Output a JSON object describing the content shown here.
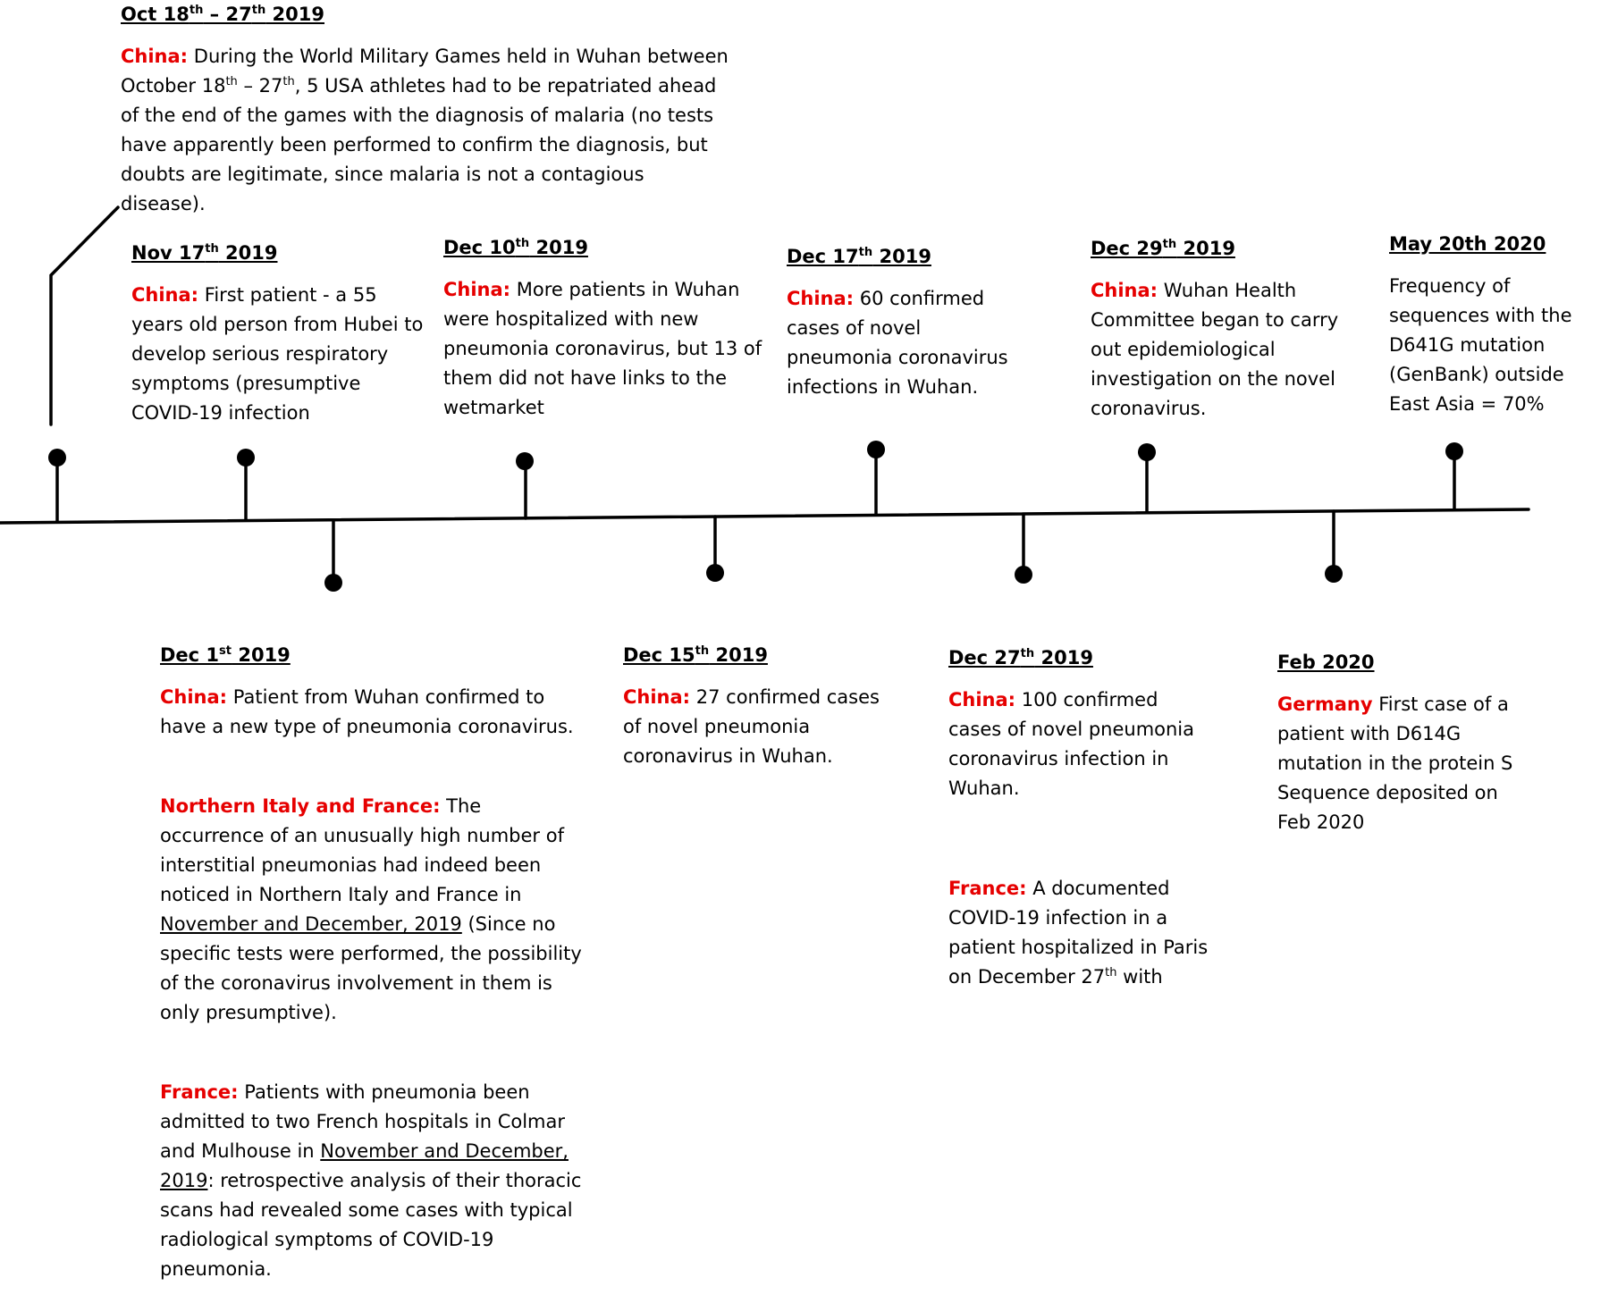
{
  "events": {
    "oct": {
      "date": {
        "a": "Oct 18",
        "s1": "th",
        "b": " – 27",
        "s2": "th",
        "c": " 2019"
      },
      "p1": {
        "country": "China:",
        "a": " During the World Military Games held in Wuhan between October 18",
        "s1": "th",
        "b": " – 27",
        "s2": "th",
        "c": ", 5 USA athletes had to be repatriated ahead of the end of the games with the diagnosis of malaria (no tests have apparently been performed to confirm the diagnosis, but doubts are legitimate, since malaria is not a contagious disease)."
      }
    },
    "nov17": {
      "date": {
        "a": "Nov 17",
        "s1": "th",
        "c": " 2019"
      },
      "p1": {
        "country": "China:",
        "text": " First patient - a 55 years old person from Hubei to develop serious respiratory symptoms (presumptive COVID-19 infection"
      }
    },
    "dec1": {
      "date": {
        "a": "Dec 1",
        "s1": "st",
        "c": " 2019"
      },
      "p1": {
        "country": "China:",
        "text": " Patient from Wuhan confirmed to have a new type of pneumonia coronavirus."
      },
      "p2": {
        "country": "Northern Italy and France:",
        "a": " The occurrence of an unusually high number of interstitial pneumonias had indeed been noticed in Northern Italy and France in ",
        "u": "November and December, 2019",
        "b": " (Since no specific tests were performed, the possibility of the coronavirus involvement in them is only presumptive)."
      },
      "p3": {
        "country": "France:",
        "a": " Patients with pneumonia been admitted to two French hospitals in Colmar and Mulhouse in ",
        "u": "November and December, 2019",
        "b": ": retrospective analysis of their thoracic scans had revealed some cases with typical radiological symptoms of COVID-19 pneumonia."
      }
    },
    "dec10": {
      "date": {
        "a": "Dec 10",
        "s1": "th",
        "c": " 2019"
      },
      "p1": {
        "country": "China:",
        "text": " More patients in Wuhan were hospitalized with new pneumonia coronavirus, but 13 of them did not have links to the wetmarket"
      }
    },
    "dec15": {
      "date": {
        "a": "Dec 15",
        "s1": "th",
        "c": " 2019"
      },
      "p1": {
        "country": "China:",
        "text": " 27 confirmed cases of novel pneumonia coronavirus in Wuhan."
      }
    },
    "dec17": {
      "date": {
        "a": "Dec 17",
        "s1": "th",
        "c": " 2019"
      },
      "p1": {
        "country": "China:",
        "text": " 60 confirmed cases of novel pneumonia coronavirus infections in Wuhan."
      }
    },
    "dec27": {
      "date": {
        "a": "Dec 27",
        "s1": "th",
        "c": " 2019"
      },
      "p1": {
        "country": "China:",
        "text": " 100 confirmed cases of novel pneumonia coronavirus infection in Wuhan."
      },
      "p2": {
        "country": "France:",
        "a": " A documented COVID-19 infection in a patient hospitalized in Paris on December 27",
        "s1": "th",
        "b": " with"
      }
    },
    "dec29": {
      "date": {
        "a": "Dec 29",
        "s1": "th",
        "c": " 2019"
      },
      "p1": {
        "country": "China:",
        "text": " Wuhan Health Committee began to carry out epidemiological investigation on the novel coronavirus."
      }
    },
    "feb": {
      "date": {
        "a": "Feb 2020"
      },
      "p1": {
        "country": "Germany",
        "text": " First case of a patient with D614G mutation in the protein S Sequence deposited on Feb 2020"
      }
    },
    "may": {
      "date": {
        "a": "May 20th 2020"
      },
      "p1": {
        "text": "Frequency of sequences with the D641G mutation (GenBank) outside East Asia = 70%"
      }
    }
  },
  "colors": {
    "line": "#000000",
    "country": "#e60000"
  }
}
